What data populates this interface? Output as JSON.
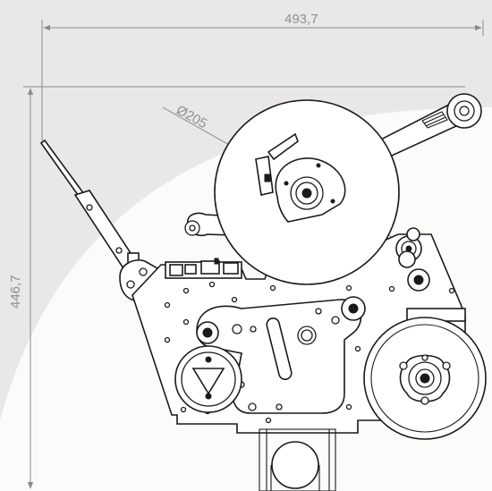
{
  "dimensions": {
    "overall_width": "493,7",
    "overall_height": "446,7",
    "reel_diameter": "Ø205"
  },
  "colors": {
    "background": "#e9e8e6",
    "backdrop_curve": "#fbfbfa",
    "linework": "#1a1a1a",
    "dimension_lines": "#8a8a8a"
  }
}
